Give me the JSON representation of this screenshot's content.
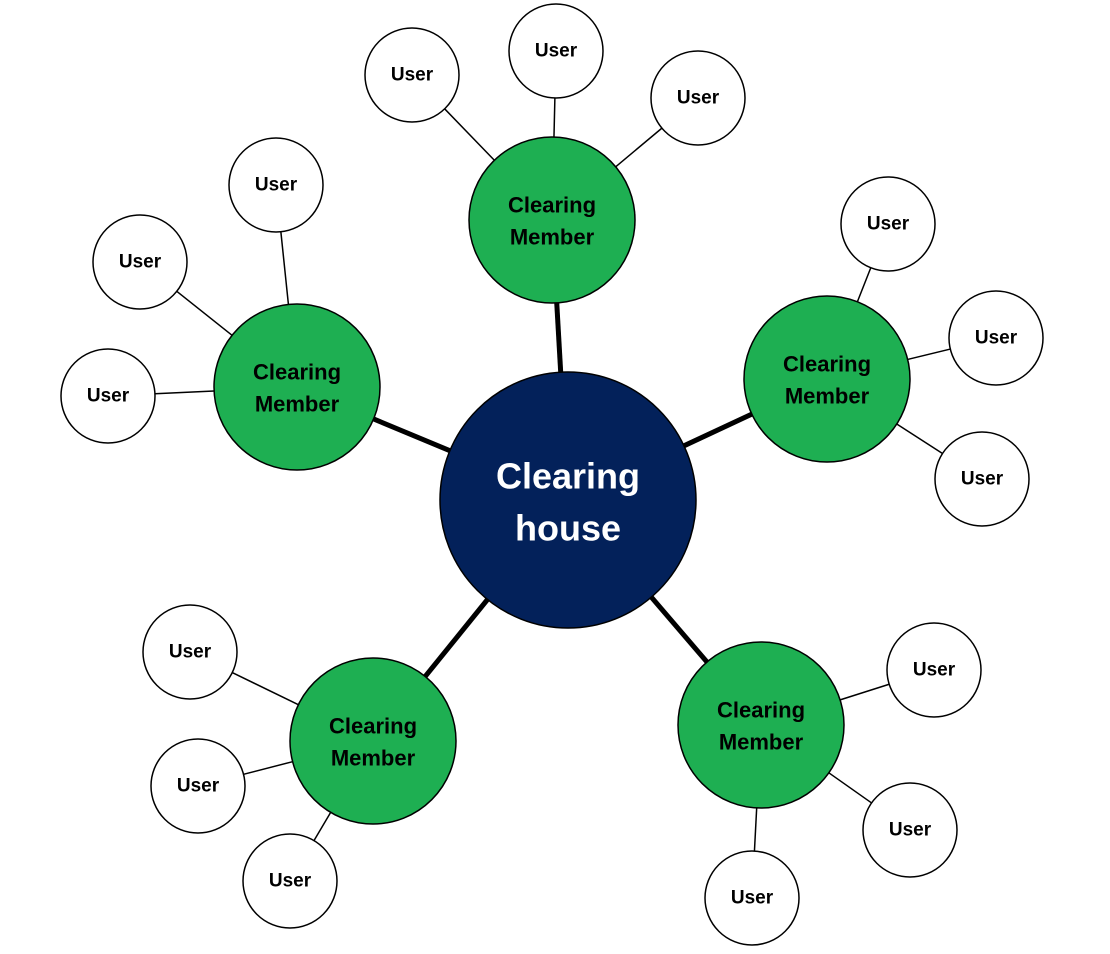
{
  "colors": {
    "hub_fill": "#03215a",
    "member_fill": "#1eaf52",
    "user_fill": "#ffffff",
    "line": "#000000"
  },
  "hub": {
    "label_line1": "Clearing",
    "label_line2": "house"
  },
  "member": {
    "label_line1": "Clearing",
    "label_line2": "Member"
  },
  "user": {
    "label": "User"
  }
}
